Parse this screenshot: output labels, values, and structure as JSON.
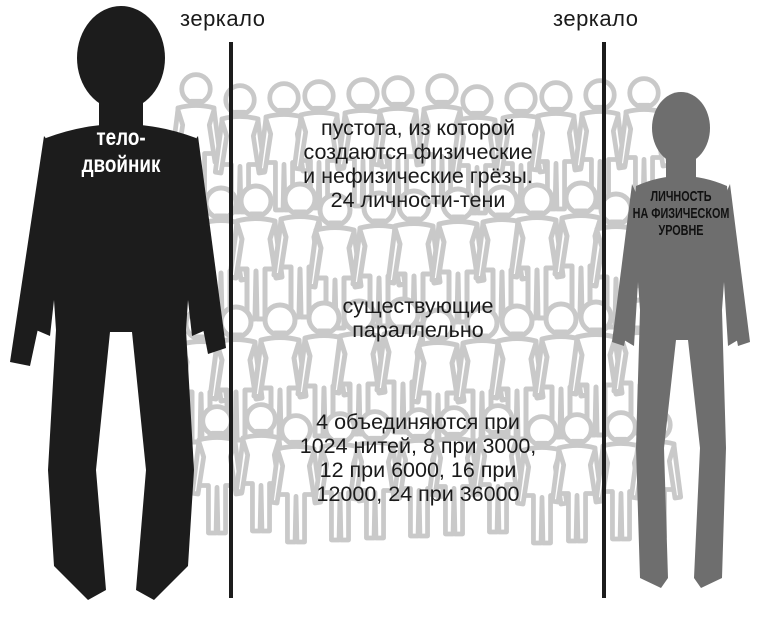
{
  "labels": {
    "mirror_left": "зеркало",
    "mirror_right": "зеркало",
    "double_body": "тело-\nдвойник",
    "void_text": "пустота, из которой\nсоздаются физические\nи нефизические грёзы.\n24 личности-тени",
    "parallel_text": "существующие\nпараллельно",
    "threads_text": "4 объединяются при\n1024 нитей, 8 при 3000,\n12 при 6000, 16 при\n12000, 24 при 36000",
    "physical_personality": "ЛИЧНОСТЬ\nНА ФИЗИЧЕСКОМ\nУРОВНЕ"
  },
  "colors": {
    "double_body": "#1c1c1c",
    "physical_personality": "#6e6e6e",
    "shadow_crowd": "#c9c9c9",
    "mirror_line": "#1c1c1c"
  },
  "icons": {
    "double_body": "human-silhouette-icon",
    "physical_personality": "human-silhouette-icon",
    "shadow_personality": "human-outline-icon"
  },
  "shadow_personalities_count": 24
}
